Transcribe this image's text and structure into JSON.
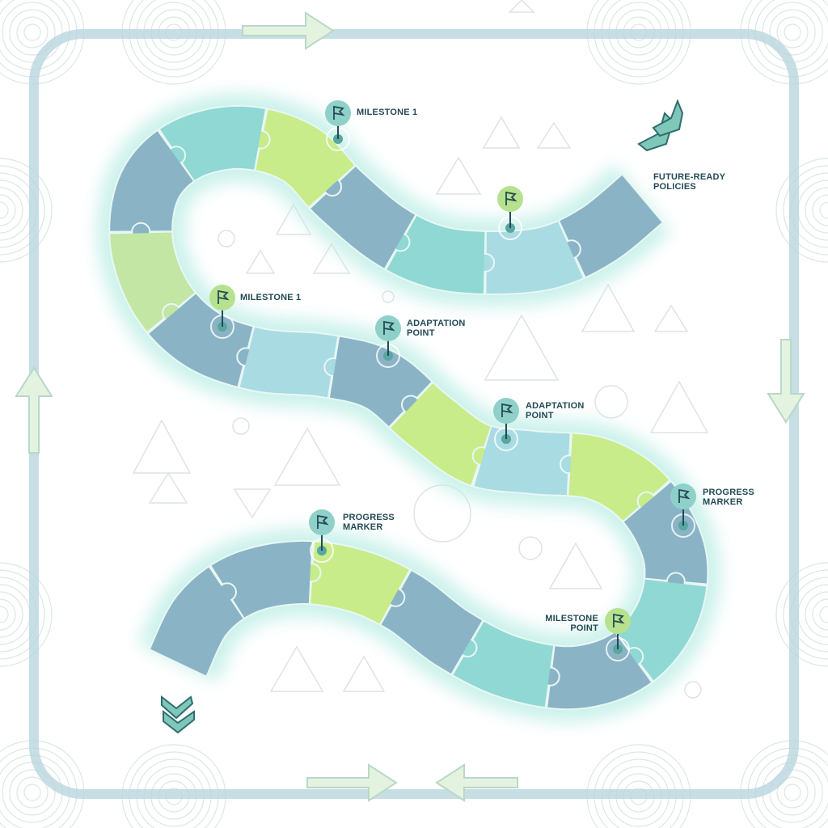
{
  "colors": {
    "frame": "#a9cdd8",
    "arrow": "#d9efd4",
    "pieces": [
      "#8ab4c6",
      "#a9dbe3",
      "#8fd8d3",
      "#8ab4c6",
      "#c8ec8a",
      "#8fd8d3",
      "#8ab4c6",
      "#c3e6a5",
      "#8ab4c6",
      "#a9dbe3",
      "#8ab4c6",
      "#c8ec8a",
      "#a9dbe3",
      "#c8ec8a",
      "#8ab4c6",
      "#8fd8d3",
      "#8ab4c6",
      "#8fd8d3",
      "#8ab4c6",
      "#c8ec8a",
      "#8ab4c6",
      "#8ab4c6"
    ],
    "text": "#234a55"
  },
  "markers": [
    {
      "label": "MILESTONE 1",
      "icon": "flag-icon"
    },
    {
      "label": "",
      "icon": "flag-icon"
    },
    {
      "label": "FUTURE-READY\nPOLICIES",
      "icon": "double-chevron-up-right-icon"
    },
    {
      "label": "MILESTONE 1",
      "icon": "flag-icon"
    },
    {
      "label": "ADAPTATION\nPOINT",
      "icon": "flag-icon"
    },
    {
      "label": "ADAPTATION\nPOINT",
      "icon": "flag-icon"
    },
    {
      "label": "PROGRESS\nMARKER",
      "icon": "flag-icon"
    },
    {
      "label": "PROGRESS\nMARKER",
      "icon": "flag-icon"
    },
    {
      "label": "MILESTONE\nPOINT",
      "icon": "flag-icon"
    }
  ]
}
